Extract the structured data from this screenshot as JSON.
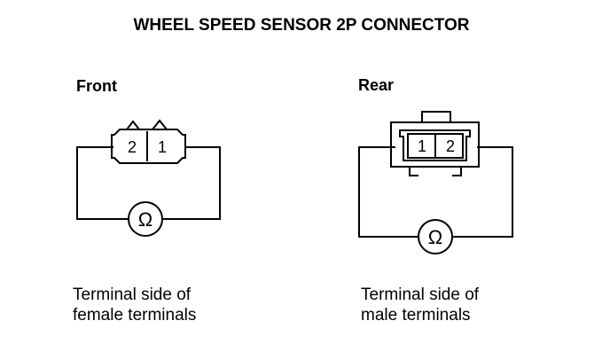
{
  "title": "WHEEL SPEED SENSOR 2P CONNECTOR",
  "front": {
    "label": "Front",
    "pin_left": "2",
    "pin_right": "1",
    "meter_symbol": "Ω",
    "caption_line1": "Terminal side of",
    "caption_line2": "female terminals"
  },
  "rear": {
    "label": "Rear",
    "pin_left": "1",
    "pin_right": "2",
    "meter_symbol": "Ω",
    "caption_line1": "Terminal side of",
    "caption_line2": "male terminals"
  }
}
